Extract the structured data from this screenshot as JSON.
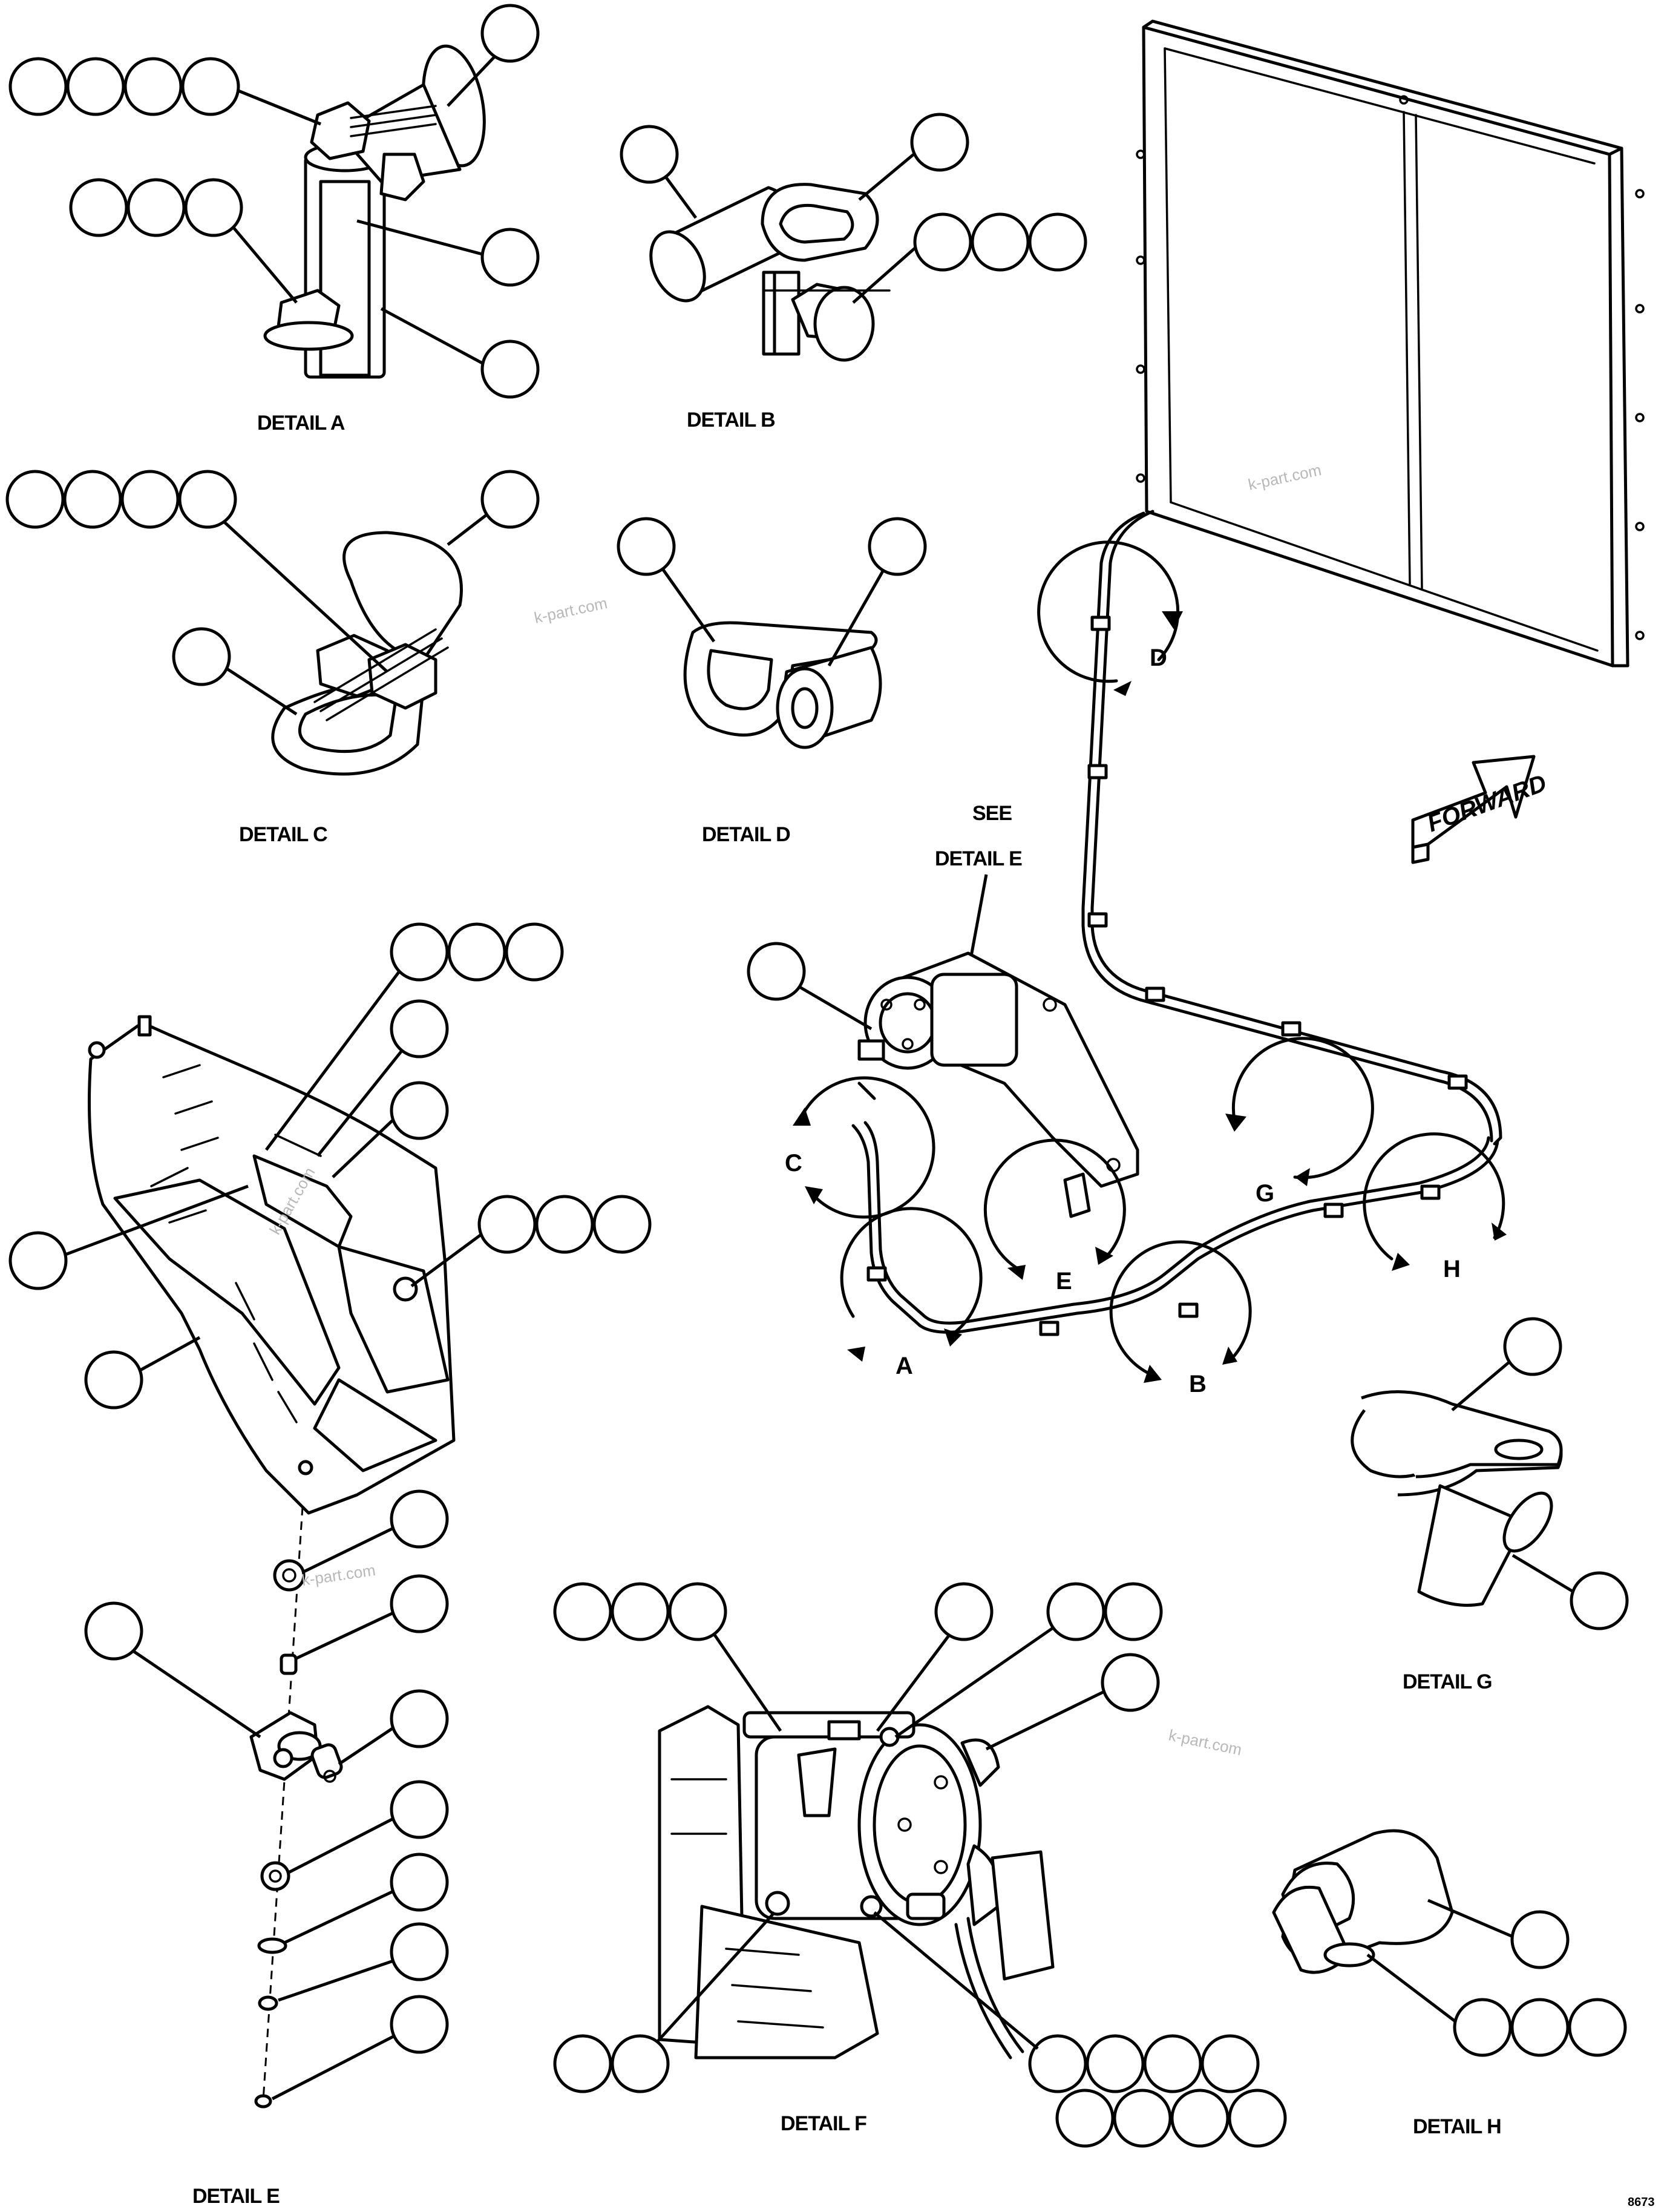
{
  "captions": {
    "detail_a": "DETAIL A",
    "detail_b": "DETAIL B",
    "detail_c": "DETAIL C",
    "detail_d": "DETAIL D",
    "see": "SEE",
    "see_detail_e": "DETAIL E",
    "detail_e": "DETAIL E",
    "detail_f": "DETAIL F",
    "detail_g": "DETAIL G",
    "detail_h": "DETAIL H"
  },
  "view_letters": {
    "a": "A",
    "b": "B",
    "c": "C",
    "d": "D",
    "e": "E",
    "g": "G",
    "h": "H"
  },
  "forward_label": "FORWARD",
  "watermark": "k-part.com",
  "drawing_code": "8673",
  "colors": {
    "line": "#000000",
    "background": "#ffffff",
    "watermark": "#b8b8b8"
  }
}
